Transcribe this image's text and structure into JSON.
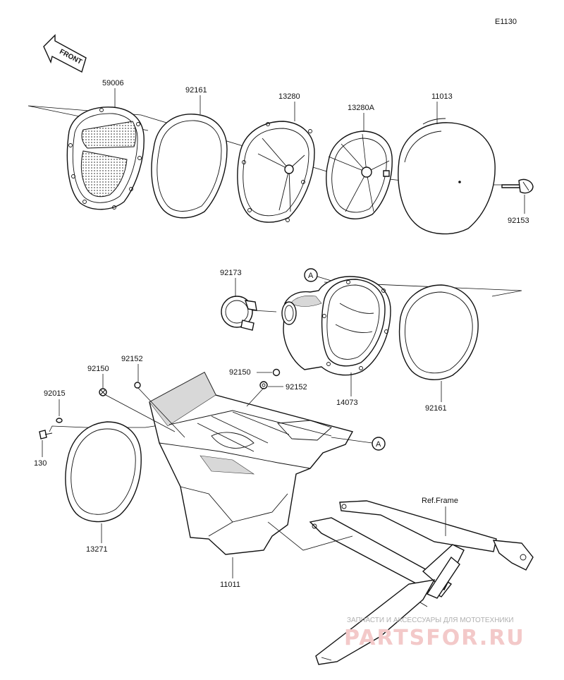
{
  "diagram_code": "E1130",
  "direction_label": "FRONT",
  "parts": {
    "p59006": "59006",
    "p92161_top": "92161",
    "p13280": "13280",
    "p13280A": "13280A",
    "p11013": "11013",
    "p92153": "92153",
    "p92173": "92173",
    "ref_a_top": "A",
    "p14073": "14073",
    "p92161_mid": "92161",
    "p92150_left": "92150",
    "p92152_left": "92152",
    "p92150_right": "92150",
    "p92152_right": "92152",
    "p92015": "92015",
    "p130": "130",
    "ref_a_bottom": "A",
    "p13271": "13271",
    "p11011": "11011",
    "ref_frame": "Ref.Frame"
  },
  "watermark": {
    "line1": "ЗАПЧАСТИ И АКСЕССУАРЫ ДЛЯ МОТОТЕХНИКИ",
    "line2": "PARTSFOR.RU"
  }
}
